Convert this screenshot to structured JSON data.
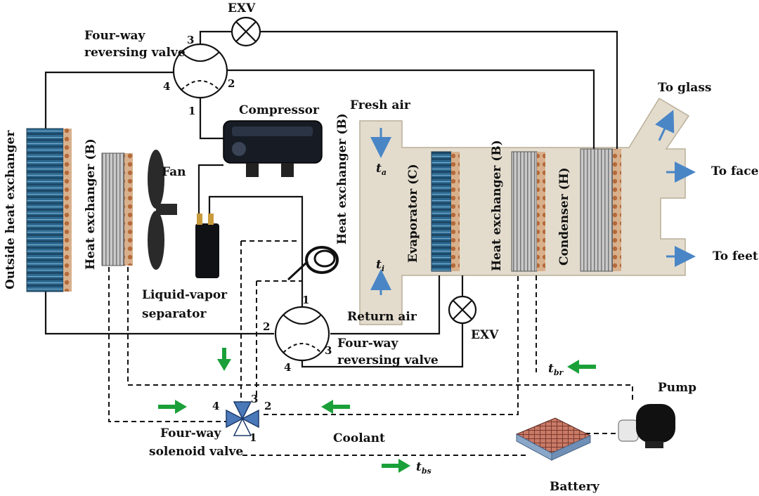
{
  "colors": {
    "air_arrow": "#4a86c6",
    "coolant_arrow": "#1aa038",
    "duct": "#e3dccd",
    "fin_blue": "#2a5c86",
    "valve_blue": "#4a78b8"
  },
  "labels": {
    "exv_top": "EXV",
    "fourway_top_1": "Four-way",
    "fourway_top_2": "reversing valve",
    "compressor": "Compressor",
    "fresh_air": "Fresh air",
    "to_glass": "To glass",
    "to_face": "To face",
    "to_feet": "To feet",
    "outside_hx": "Outside heat exchanger",
    "hx_b_left": "Heat exchanger (B)",
    "fan": "Fan",
    "hx_b_vertical": "Heat exchanger (B)",
    "evaporator": "Evaporator (C)",
    "hx_b_duct": "Heat exchanger (B)",
    "condenser": "Condenser (H)",
    "liquid_vapor_1": "Liquid-vapor",
    "liquid_vapor_2": "separator",
    "return_air": "Return air",
    "exv_bottom": "EXV",
    "fourway_bottom_1": "Four-way",
    "fourway_bottom_2": "reversing valve",
    "pump": "Pump",
    "solenoid_1": "Four-way",
    "solenoid_2": "solenoid valve",
    "coolant": "Coolant",
    "battery": "Battery",
    "t_a": "t",
    "t_a_sub": "a",
    "t_i": "t",
    "t_i_sub": "i",
    "t_br": "t",
    "t_br_sub": "br",
    "t_bs": "t",
    "t_bs_sub": "bs"
  },
  "ports": {
    "top_valve": [
      "3",
      "4",
      "2",
      "1"
    ],
    "bottom_valve": [
      "1",
      "2",
      "3",
      "4"
    ],
    "solenoid": [
      "4",
      "3",
      "2",
      "1"
    ]
  },
  "icons": [
    "exv-valve-icon",
    "four-way-valve-icon",
    "compressor-icon",
    "fan-icon",
    "pump-icon",
    "battery-icon",
    "air-arrow-icon",
    "coolant-arrow-icon"
  ]
}
